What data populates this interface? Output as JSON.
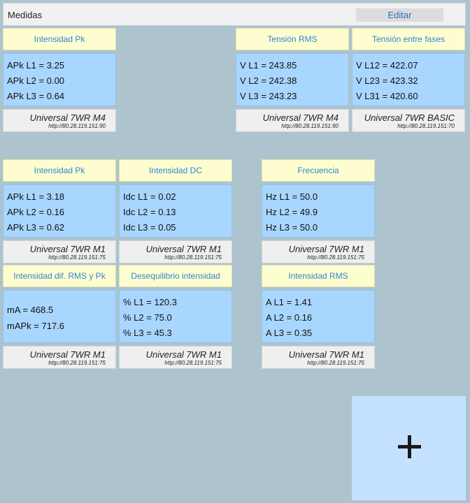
{
  "topbar": {
    "title": "Medidas",
    "edit_label": "Editar"
  },
  "cards": [
    {
      "header": "Intensidad Pk",
      "lines": [
        "APk L1 = 3.25",
        "APk L2 = 0.00",
        "APk L3 = 0.64"
      ],
      "device": "Universal 7WR M4",
      "url": "http://80.28.119.151:90"
    },
    {
      "header": "Tensión RMS",
      "lines": [
        "V L1 = 243.85",
        "V L2 = 242.38",
        "V L3 = 243.23"
      ],
      "device": "Universal 7WR M4",
      "url": "http://80.28.119.151:90"
    },
    {
      "header": "Tensión entre fases",
      "lines": [
        "V L12 = 422.07",
        "V L23 = 423.32",
        "V L31 = 420.60"
      ],
      "device": "Universal 7WR BASIC",
      "url": "http://80.28.119.151:70"
    },
    {
      "header": "Intensidad Pk",
      "lines": [
        "APk L1 = 3.18",
        "APk L2 = 0.16",
        "APk L3 = 0.62"
      ],
      "device": "Universal 7WR M1",
      "url": "http://80.28.119.151:75"
    },
    {
      "header": "Intensidad DC",
      "lines": [
        "Idc L1 = 0.02",
        "Idc L2 = 0.13",
        "Idc L3 = 0.05"
      ],
      "device": "Universal 7WR M1",
      "url": "http://80.28.119.151:75"
    },
    {
      "header": "Frecuencia",
      "lines": [
        "Hz L1 = 50.0",
        "Hz L2 = 49.9",
        "Hz L3 = 50.0"
      ],
      "device": "Universal 7WR M1",
      "url": "http://80.28.119.151:75"
    },
    {
      "header": "Intensidad dif. RMS y Pk",
      "lines": [
        "mA = 468.5",
        "mAPk = 717.6",
        ""
      ],
      "device": "Universal 7WR M1",
      "url": "http://80.28.119.151:75"
    },
    {
      "header": "Desequilibrio intensidad",
      "lines": [
        "% L1 = 120.3",
        "% L2 = 75.0",
        "% L3 = 45.3"
      ],
      "device": "Universal 7WR M1",
      "url": "http://80.28.119.151:75"
    },
    {
      "header": "Intensidad RMS",
      "lines": [
        "A L1 = 1.41",
        "A L2 = 0.16",
        "A L3 = 0.35"
      ],
      "device": "Universal 7WR M1",
      "url": "http://80.28.119.151:75"
    }
  ],
  "add_tile": {
    "icon": "plus-icon"
  }
}
